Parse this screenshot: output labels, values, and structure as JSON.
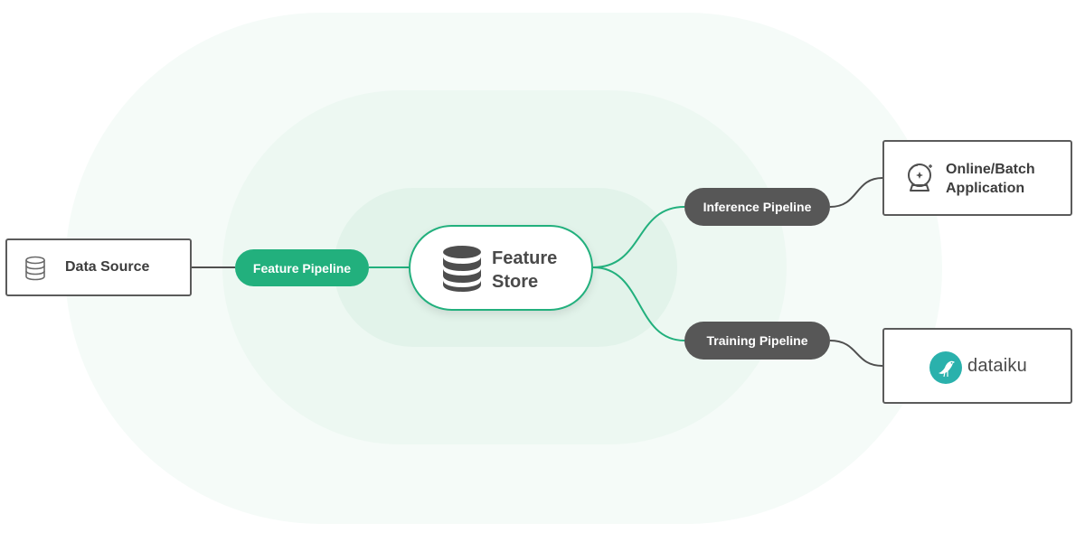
{
  "diagram": {
    "center": {
      "line1": "Feature",
      "line2": "Store",
      "icon": "database-icon"
    },
    "data_source": {
      "label": "Data Source",
      "icon": "database-icon"
    },
    "feature_pipeline": {
      "label": "Feature Pipeline"
    },
    "inference_pipeline": {
      "label": "Inference Pipeline"
    },
    "training_pipeline": {
      "label": "Training Pipeline"
    },
    "application": {
      "line1": "Online/Batch",
      "line2": "Application",
      "icon": "crystal-ball-icon"
    },
    "dataiku": {
      "label": "dataiku",
      "icon": "dataiku-bird-logo"
    }
  },
  "colors": {
    "accent_green": "#22b07d",
    "dark_pill": "#575757",
    "box_border": "#5b5b5b",
    "ring_outer": "#f5fbf8",
    "ring_middle": "#edf8f2",
    "ring_inner": "#e2f3ea",
    "dataiku_teal": "#2ab1ac"
  }
}
